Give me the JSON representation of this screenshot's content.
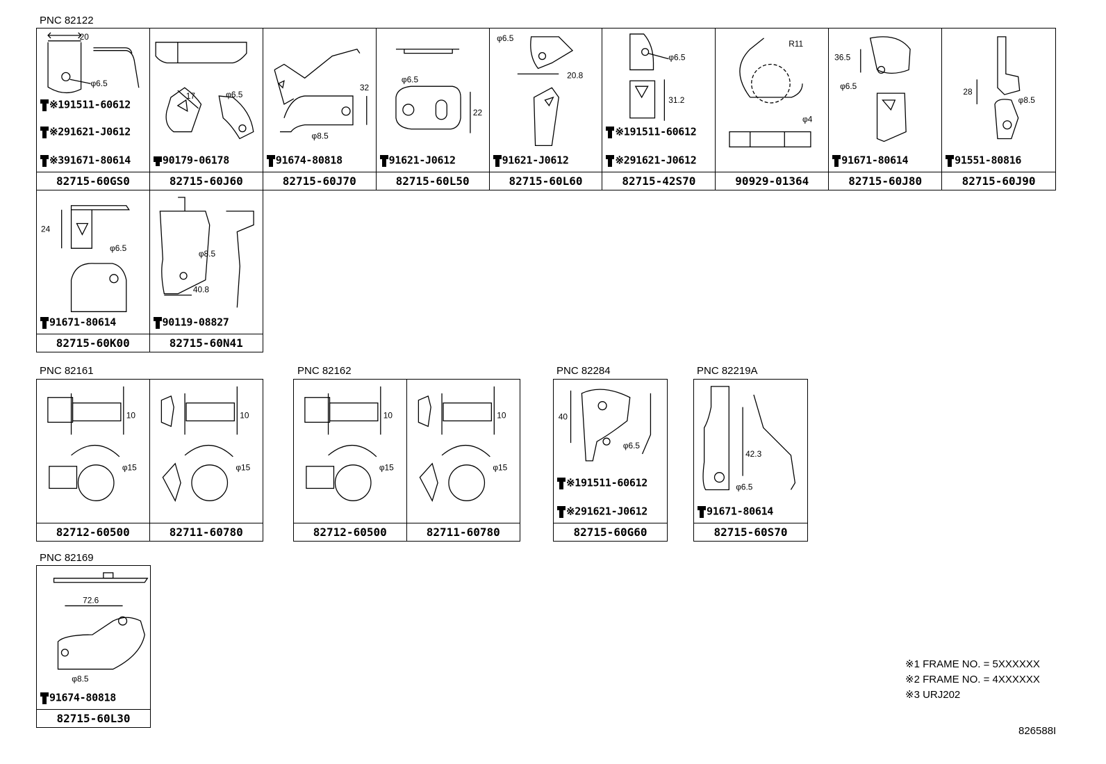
{
  "pnc_labels": {
    "g82122": "PNC 82122",
    "g82161": "PNC 82161",
    "g82162": "PNC 82162",
    "g82284": "PNC 82284",
    "g82219A": "PNC  82219A",
    "g82169": "PNC 82169"
  },
  "cells": {
    "c1": {
      "part": "82715-60GS0",
      "bolts": [
        "※191511-60612",
        "※291621-J0612",
        "※391671-80614"
      ],
      "dims": [
        "20",
        "φ6.5"
      ]
    },
    "c2": {
      "part": "82715-60J60",
      "bolts": [
        "90179-06178"
      ],
      "dims": [
        "17",
        "φ6.5"
      ]
    },
    "c3": {
      "part": "82715-60J70",
      "bolts": [
        "91674-80818"
      ],
      "dims": [
        "32",
        "φ8.5"
      ]
    },
    "c4": {
      "part": "82715-60L50",
      "bolts": [
        "91621-J0612"
      ],
      "dims": [
        "φ6.5",
        "22"
      ]
    },
    "c5": {
      "part": "82715-60L60",
      "bolts": [
        "91621-J0612"
      ],
      "dims": [
        "φ6.5",
        "20.8"
      ]
    },
    "c6": {
      "part": "82715-42S70",
      "bolts": [
        "※191511-60612",
        "※291621-J0612"
      ],
      "dims": [
        "φ6.5",
        "31.2"
      ]
    },
    "c7": {
      "part": "90929-01364",
      "bolts": [],
      "dims": [
        "R11",
        "φ4"
      ]
    },
    "c8": {
      "part": "82715-60J80",
      "bolts": [
        "91671-80614"
      ],
      "dims": [
        "36.5",
        "φ6.5"
      ]
    },
    "c9": {
      "part": "82715-60J90",
      "bolts": [
        "91551-80816"
      ],
      "dims": [
        "28",
        "φ8.5"
      ]
    },
    "c10": {
      "part": "82715-60K00",
      "bolts": [
        "91671-80614"
      ],
      "dims": [
        "24",
        "φ6.5"
      ]
    },
    "c11": {
      "part": "82715-60N41",
      "bolts": [
        "90119-08827"
      ],
      "dims": [
        "φ8.5",
        "40.8"
      ]
    },
    "c12": {
      "part": "82712-60500",
      "dims": [
        "10",
        "φ15"
      ]
    },
    "c13": {
      "part": "82711-60780",
      "dims": [
        "10",
        "φ15"
      ]
    },
    "c14": {
      "part": "82712-60500",
      "dims": [
        "10",
        "φ15"
      ]
    },
    "c15": {
      "part": "82711-60780",
      "dims": [
        "10",
        "φ15"
      ]
    },
    "c16": {
      "part": "82715-60G60",
      "bolts": [
        "※191511-60612",
        "※291621-J0612"
      ],
      "dims": [
        "40",
        "φ6.5"
      ]
    },
    "c17": {
      "part": "82715-60S70",
      "bolts": [
        "91671-80614"
      ],
      "dims": [
        "42.3",
        "φ6.5"
      ]
    },
    "c18": {
      "part": "82715-60L30",
      "bolts": [
        "91674-80818"
      ],
      "dims": [
        "72.6",
        "φ8.5"
      ]
    }
  },
  "notes": [
    "※1 FRAME NO. = 5XXXXXX",
    "※2 FRAME NO. = 4XXXXXX",
    "※3 URJ202"
  ],
  "diagram_id": "826588I"
}
